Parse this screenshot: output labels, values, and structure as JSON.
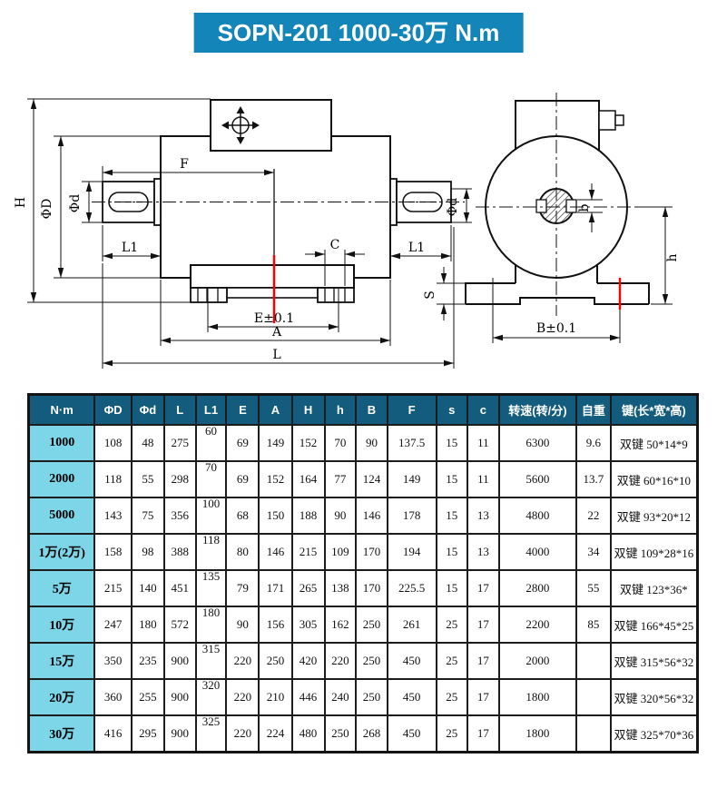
{
  "title": "SOPN-201 1000-30万 N.m",
  "colors": {
    "title_bg": "#1385b8",
    "table_header_bg": "#135c7d",
    "row_label_bg": "#7dd6e8",
    "highlight_line": "#ff0000"
  },
  "drawing": {
    "side_view": {
      "dim_h_overall": "H",
      "dim_phi_D": "ΦD",
      "dim_phi_d": "Φd",
      "dim_f": "F",
      "dim_l1_left": "L1",
      "dim_l1_right": "L1",
      "dim_c": "C",
      "dim_e": "E±0.1",
      "dim_a": "A",
      "dim_l": "L",
      "dim_phi_d_right": "Φd"
    },
    "front_view": {
      "dim_s": "S",
      "dim_b": "b",
      "dim_h": "h",
      "dim_b_tol": "B±0.1"
    }
  },
  "table": {
    "headers": [
      "N·m",
      "ΦD",
      "Φd",
      "L",
      "L1",
      "E",
      "A",
      "H",
      "h",
      "B",
      "F",
      "s",
      "c",
      "转速(转/分)",
      "自重",
      "键(长*宽*高)"
    ],
    "rows": [
      {
        "label": "1000",
        "cells": [
          "108",
          "48",
          "275",
          "60",
          "69",
          "149",
          "152",
          "70",
          "90",
          "137.5",
          "15",
          "11",
          "6300",
          "9.6",
          "双键 50*14*9"
        ]
      },
      {
        "label": "2000",
        "cells": [
          "118",
          "55",
          "298",
          "70",
          "69",
          "152",
          "164",
          "77",
          "124",
          "149",
          "15",
          "11",
          "5600",
          "13.7",
          "双键 60*16*10"
        ]
      },
      {
        "label": "5000",
        "cells": [
          "143",
          "75",
          "356",
          "100",
          "68",
          "150",
          "188",
          "90",
          "146",
          "178",
          "15",
          "13",
          "4800",
          "22",
          "双键 93*20*12"
        ]
      },
      {
        "label": "1万(2万)",
        "cells": [
          "158",
          "98",
          "388",
          "118",
          "80",
          "146",
          "215",
          "109",
          "170",
          "194",
          "15",
          "13",
          "4000",
          "34",
          "双键 109*28*16"
        ]
      },
      {
        "label": "5万",
        "cells": [
          "215",
          "140",
          "451",
          "135",
          "79",
          "171",
          "265",
          "138",
          "170",
          "225.5",
          "15",
          "17",
          "2800",
          "55",
          "双键 123*36*"
        ]
      },
      {
        "label": "10万",
        "cells": [
          "247",
          "180",
          "572",
          "180",
          "90",
          "156",
          "305",
          "162",
          "250",
          "261",
          "25",
          "17",
          "2200",
          "85",
          "双键 166*45*25"
        ]
      },
      {
        "label": "15万",
        "cells": [
          "350",
          "235",
          "900",
          "315",
          "220",
          "250",
          "420",
          "220",
          "250",
          "450",
          "25",
          "17",
          "2000",
          "",
          "双键 315*56*32"
        ]
      },
      {
        "label": "20万",
        "cells": [
          "360",
          "255",
          "900",
          "320",
          "220",
          "210",
          "446",
          "240",
          "250",
          "450",
          "25",
          "17",
          "1800",
          "",
          "双键 320*56*32"
        ]
      },
      {
        "label": "30万",
        "cells": [
          "416",
          "295",
          "900",
          "325",
          "220",
          "224",
          "480",
          "250",
          "268",
          "450",
          "25",
          "17",
          "1800",
          "",
          "双键 325*70*36"
        ]
      }
    ]
  }
}
